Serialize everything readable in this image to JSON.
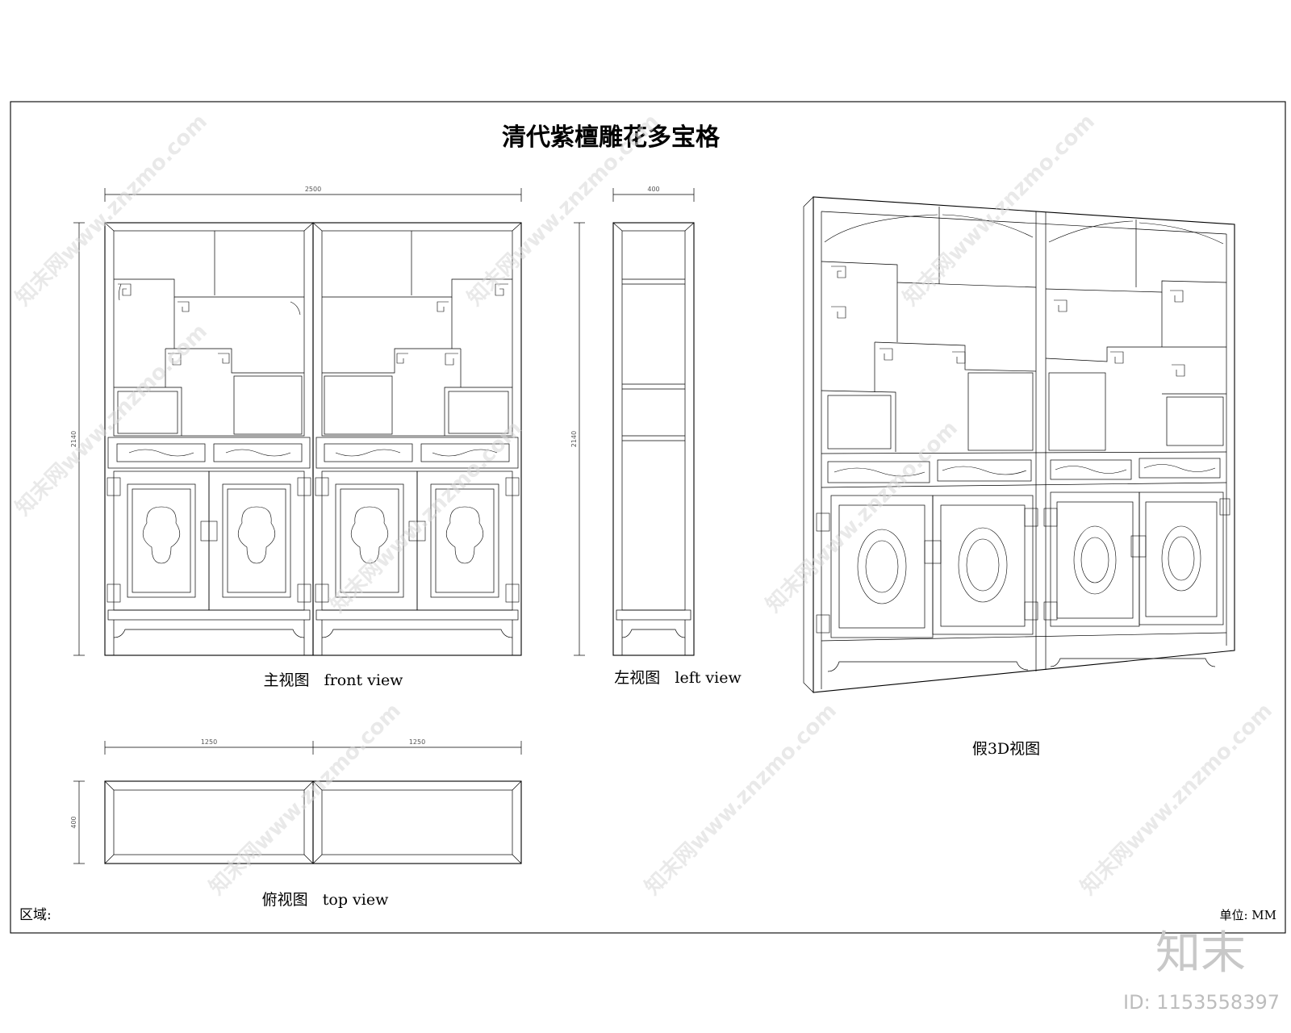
{
  "drawing": {
    "title": "清代紫檀雕花多宝格",
    "views": {
      "front": "主视图   front view",
      "left": "左视图   left view",
      "top": "俯视图   top view",
      "pseudo3d": "假3D视图"
    },
    "footer": {
      "region": "区域:",
      "unit": "单位: MM"
    },
    "dimensions": {
      "front_width": "2500",
      "front_height": "2140",
      "side_depth": "400",
      "side_height": "2140",
      "top_left": "1250",
      "top_right": "1250",
      "top_depth": "400"
    }
  },
  "watermark": {
    "text": "知末网www.znzmo.com",
    "brand": "知末",
    "id": "ID: 1153558397"
  }
}
